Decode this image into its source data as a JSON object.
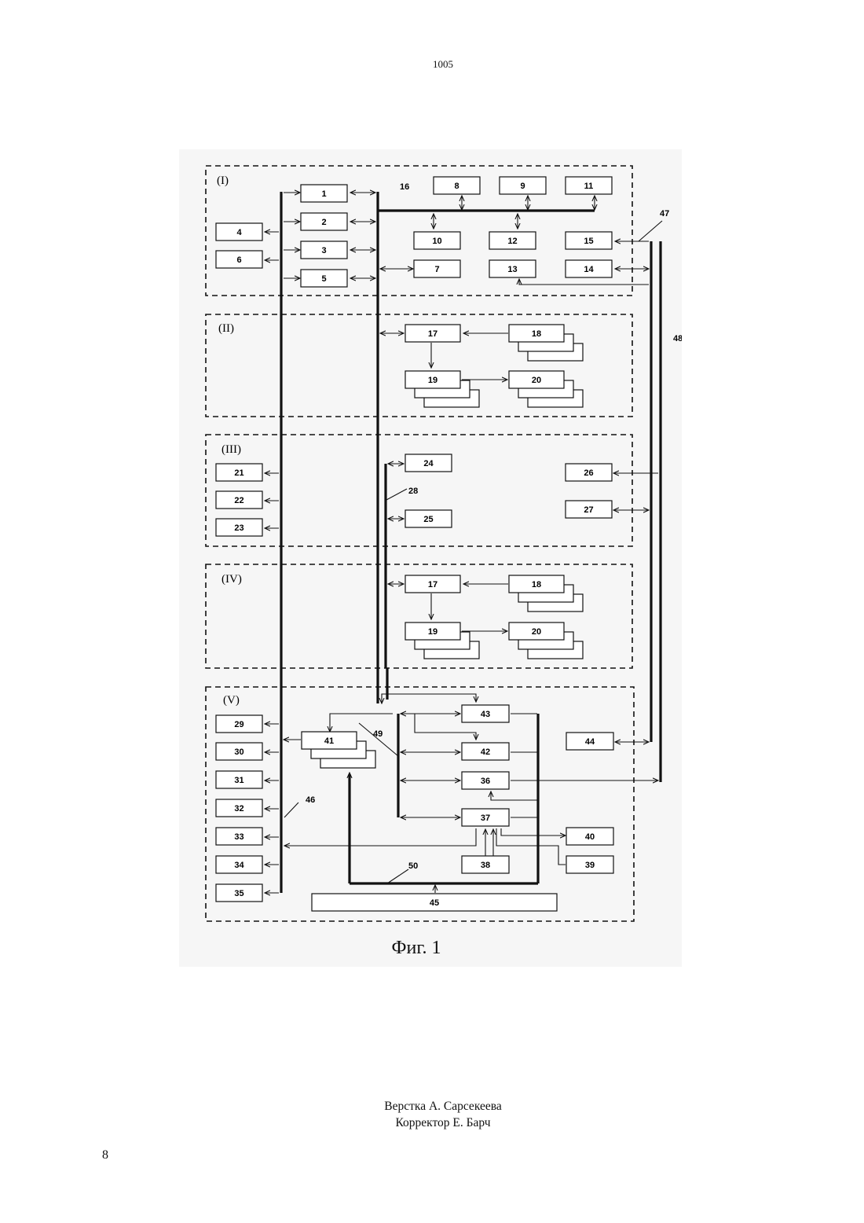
{
  "page": {
    "number_top": "1005",
    "page_number": "8",
    "caption": "Фиг. 1",
    "credits": {
      "layout": "Верстка А. Сарсекеева",
      "corrector": "Корректор Е. Барч"
    }
  },
  "diagram": {
    "sections": [
      "(I)",
      "(II)",
      "(III)",
      "(IV)",
      "(V)"
    ],
    "bus_labels": [
      "16",
      "28",
      "46",
      "47",
      "48",
      "49",
      "50"
    ],
    "blocks": [
      "1",
      "2",
      "3",
      "4",
      "5",
      "6",
      "7",
      "8",
      "9",
      "10",
      "11",
      "12",
      "13",
      "14",
      "15",
      "17",
      "18",
      "19",
      "20",
      "21",
      "22",
      "23",
      "24",
      "25",
      "26",
      "27",
      "29",
      "30",
      "31",
      "32",
      "33",
      "34",
      "35",
      "36",
      "37",
      "38",
      "39",
      "40",
      "41",
      "42",
      "43",
      "44",
      "45"
    ],
    "colors": {
      "ink": "#111111",
      "paper": "#ffffff",
      "scan_background": "#f6f6f6"
    }
  }
}
